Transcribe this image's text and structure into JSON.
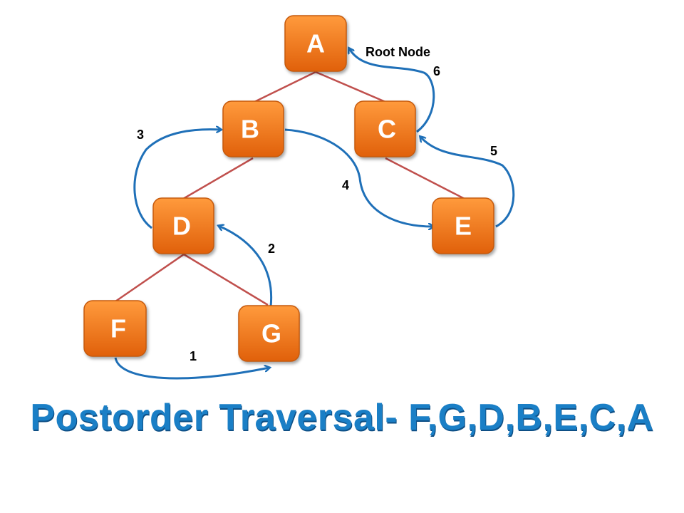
{
  "colors": {
    "node_fill_top": "#ff9a3c",
    "node_fill_bottom": "#e0600a",
    "node_border": "#c65a0d",
    "edge": "#c0504d",
    "arrow": "#1f70b8",
    "title": "#1a7fc6"
  },
  "nodes": [
    {
      "id": "A",
      "label": "A"
    },
    {
      "id": "B",
      "label": "B"
    },
    {
      "id": "C",
      "label": "C"
    },
    {
      "id": "D",
      "label": "D"
    },
    {
      "id": "E",
      "label": "E"
    },
    {
      "id": "F",
      "label": "F"
    },
    {
      "id": "G",
      "label": "G"
    }
  ],
  "edges": [
    {
      "from": "A",
      "to": "B"
    },
    {
      "from": "A",
      "to": "C"
    },
    {
      "from": "B",
      "to": "D"
    },
    {
      "from": "C",
      "to": "E"
    },
    {
      "from": "D",
      "to": "F"
    },
    {
      "from": "D",
      "to": "G"
    }
  ],
  "traversal_steps": [
    {
      "step": "1",
      "from": "F",
      "to": "G"
    },
    {
      "step": "2",
      "from": "G",
      "to": "D"
    },
    {
      "step": "3",
      "from": "D",
      "to": "B"
    },
    {
      "step": "4",
      "from": "B",
      "to": "E"
    },
    {
      "step": "5",
      "from": "E",
      "to": "C"
    },
    {
      "step": "6",
      "from": "C",
      "to": "A"
    }
  ],
  "root_label": "Root Node",
  "title": "Postorder Traversal- F,G,D,B,E,C,A"
}
